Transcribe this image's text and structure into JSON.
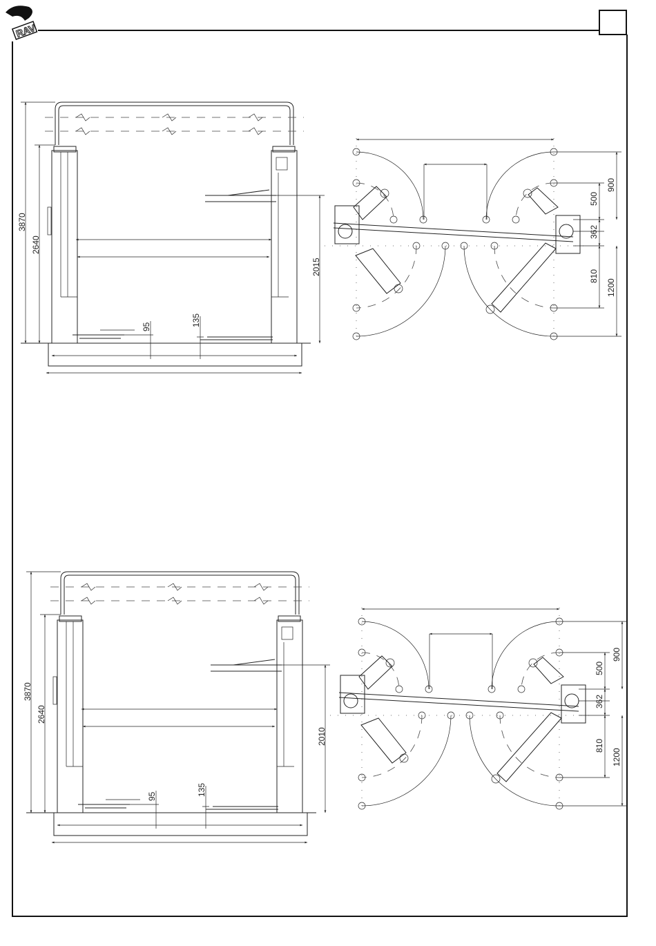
{
  "logo": {
    "text": "RAV"
  },
  "page_box": {
    "label": ""
  },
  "drawings": [
    {
      "side_view": {
        "dims": {
          "total_height": "3870",
          "column_height": "2640",
          "arm_height": "2015",
          "min_low": "95",
          "min_high": "135"
        }
      },
      "plan_view": {
        "dims": {
          "d900": "900",
          "d500": "500",
          "d362": "362",
          "d810": "810",
          "d1200": "1200"
        }
      }
    },
    {
      "side_view": {
        "dims": {
          "total_height": "3870",
          "column_height": "2640",
          "arm_height": "2010",
          "min_low": "95",
          "min_high": "135"
        }
      },
      "plan_view": {
        "dims": {
          "d900": "900",
          "d500": "500",
          "d362": "362",
          "d810": "810",
          "d1200": "1200"
        }
      }
    }
  ]
}
